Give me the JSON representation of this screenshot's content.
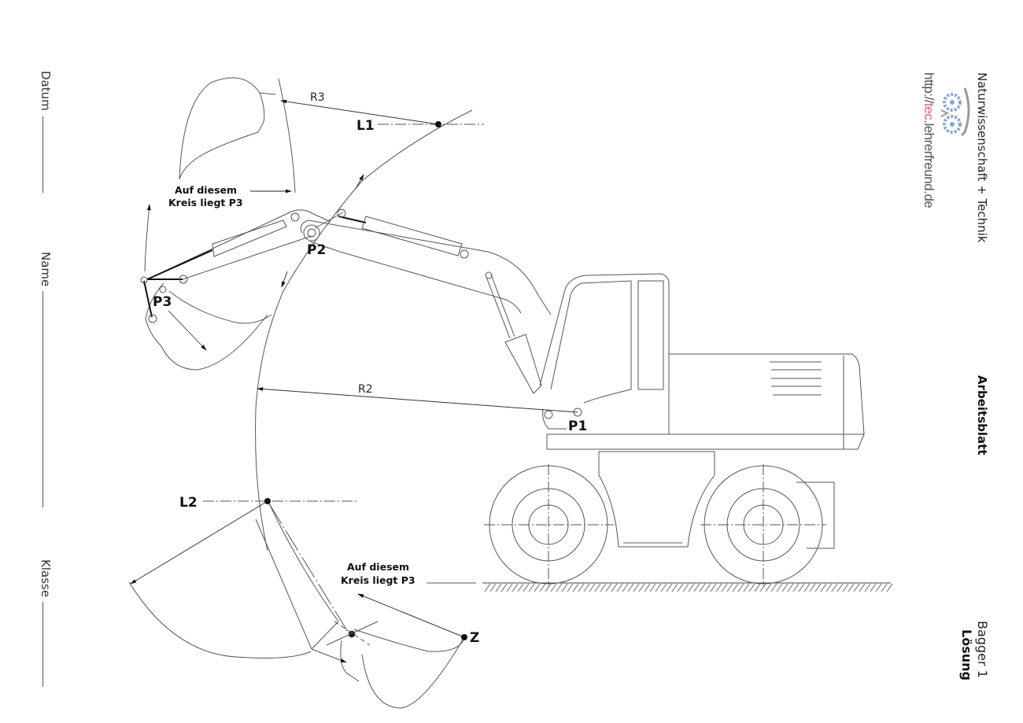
{
  "header": {
    "subject": "Naturwissenschaft + Technik",
    "sheet_type": "Arbeitsblatt",
    "topic": "Bagger 1",
    "variant": "Lösung",
    "logo": {
      "icon": "gears-owl-logo-icon",
      "url_prefix": "http://",
      "url_highlight": "tec",
      "url_suffix": ".lehrerfreund.de",
      "highlight_color": "#e0607e"
    }
  },
  "form_fields": [
    {
      "label": "Datum"
    },
    {
      "label": "Name"
    },
    {
      "label": "Klasse"
    }
  ],
  "diagram": {
    "points": {
      "L1": "L1",
      "L2": "L2",
      "P1": "P1",
      "P2": "P2",
      "P3": "P3",
      "Z": "Z"
    },
    "radii": {
      "R2": "R2",
      "R3": "R3"
    },
    "notes": [
      {
        "line1": "Auf diesem",
        "line2": "Kreis liegt P3"
      },
      {
        "line1": "Auf diesem",
        "line2": "Kreis liegt P3"
      }
    ]
  }
}
